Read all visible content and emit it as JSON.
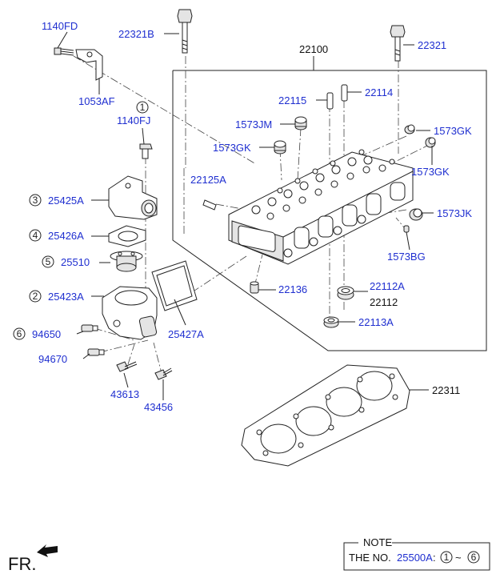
{
  "parts": {
    "p1140FD": "1140FD",
    "p1053AF": "1053AF",
    "p22321B": "22321B",
    "p22321": "22321",
    "p22100": "22100",
    "p1140FJ": "1140FJ",
    "p22115": "22115",
    "p22114": "22114",
    "p1573JM": "1573JM",
    "p1573GK_a": "1573GK",
    "p1573GK_b": "1573GK",
    "p1573GK_c": "1573GK",
    "p22125A": "22125A",
    "p25425A": "25425A",
    "p25426A": "25426A",
    "p25510": "25510",
    "p25423A": "25423A",
    "p94650": "94650",
    "p94670": "94670",
    "p25427A": "25427A",
    "p22136": "22136",
    "p22112A": "22112A",
    "p22112": "22112",
    "p22113A": "22113A",
    "p1573JK": "1573JK",
    "p1573BG": "1573BG",
    "p43613": "43613",
    "p43456": "43456",
    "p22311": "22311"
  },
  "callouts": {
    "c1": "1",
    "c2": "2",
    "c3": "3",
    "c4": "4",
    "c5": "5",
    "c6": "6"
  },
  "footer": {
    "fr": "FR.",
    "note_title": "NOTE",
    "note_prefix": "THE NO.",
    "note_part": "25500A",
    "note_colon": ":",
    "note_from": "1",
    "note_tilde": "~",
    "note_to": "6"
  }
}
